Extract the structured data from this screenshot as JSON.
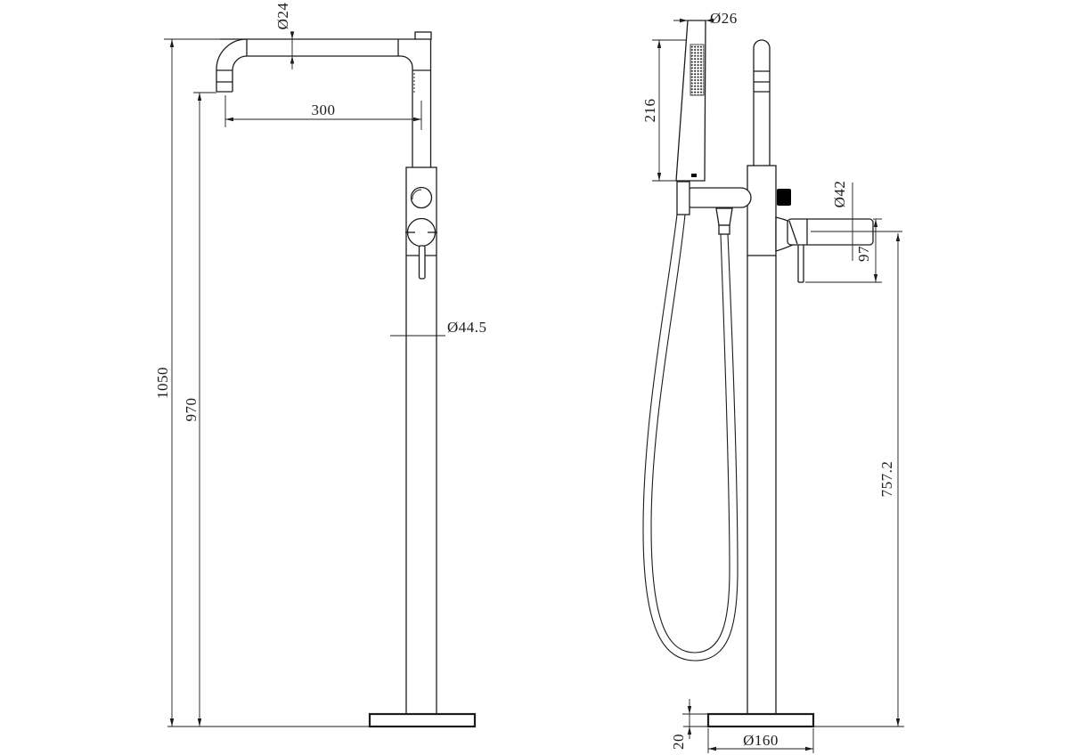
{
  "canvas": {
    "background": "#ffffff",
    "line_color": "#1c1c1c",
    "knob_fill": "#000000"
  },
  "front_view": {
    "dims": {
      "spout_tube_diameter": "Ø24",
      "spout_reach": "300",
      "column_diameter": "Ø44.5",
      "total_height": "1050",
      "spout_outlet_height": "970"
    }
  },
  "side_view": {
    "dims": {
      "handshower_diameter": "Ø26",
      "handshower_length": "216",
      "mixer_body_diameter": "Ø42",
      "mixer_drop": "97",
      "outlet_center_height": "757.2",
      "base_plate_thickness": "20",
      "base_plate_diameter": "Ø160"
    }
  }
}
